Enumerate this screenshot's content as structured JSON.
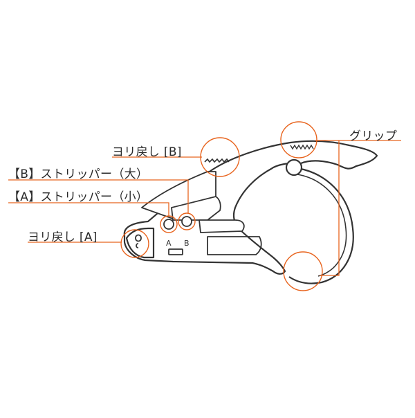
{
  "labels": {
    "yori_b": "ヨリ戻し [B]",
    "stripper_b": "【B】ストリッパー（大）",
    "stripper_a": "【A】ストリッパー（小）",
    "yori_a": "ヨリ戻し [A]",
    "grip": "グリップ"
  },
  "tool_marks": {
    "mark_a": "A",
    "mark_b": "B"
  },
  "colors": {
    "accent": "#e8641e",
    "outline": "#333333",
    "label_text": "#2a2a2a"
  }
}
